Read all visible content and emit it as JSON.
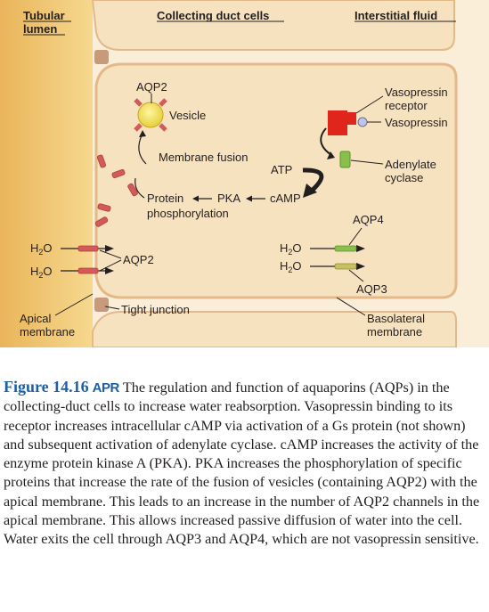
{
  "headers": {
    "lumen": "Tubular lumen",
    "lumen_line1": "Tubular",
    "lumen_line2": "lumen",
    "cells": "Collecting duct cells",
    "interstitial": "Interstitial fluid"
  },
  "labels": {
    "aqp2_top": "AQP2",
    "vesicle": "Vesicle",
    "membrane_fusion": "Membrane fusion",
    "atp": "ATP",
    "protein": "Protein",
    "pka": "PKA",
    "camp": "cAMP",
    "phosphorylation": "phosphorylation",
    "vasopressin_receptor_1": "Vasopressin",
    "vasopressin_receptor_2": "receptor",
    "vasopressin": "Vasopressin",
    "adenylate_1": "Adenylate",
    "adenylate_2": "cyclase",
    "aqp4": "AQP4",
    "h2o": "H",
    "h2o_sub": "2",
    "h2o_tail": "O",
    "aqp2_apical": "AQP2",
    "aqp3": "AQP3",
    "tight_junction": "Tight junction",
    "apical_1": "Apical",
    "apical_2": "membrane",
    "basolateral_1": "Basolateral",
    "basolateral_2": "membrane"
  },
  "caption": {
    "figure_number": "Figure 14.16",
    "apr_logo": "APR",
    "text": "The regulation and function of aquaporins (AQPs) in the collecting-duct cells to increase water reabsorption. Vasopressin binding to its receptor increases intracellular cAMP via activation of a Gs protein (not shown) and subsequent activation of adenylate cyclase. cAMP increases the activity of the enzyme protein kinase A (PKA). PKA increases the phosphorylation of specific proteins that increase the rate of the fusion of vesicles (containing AQP2) with the apical membrane. This leads to an increase in the number of AQP2 channels in the apical membrane. This allows increased passive diffusion of water into the cell. Water exits the cell through AQP3 and AQP4, which are not vasopressin sensitive."
  },
  "colors": {
    "lumen": "#f2c66e",
    "interstitial": "#fbeed9",
    "cell": "#f7e2bf",
    "membrane": "#e3b98a",
    "channel_aqp2": "#d45a5a",
    "channel_green": "#8bbf4c",
    "receptor": "#e0261c",
    "caption_blue": "#1d5fa6"
  }
}
